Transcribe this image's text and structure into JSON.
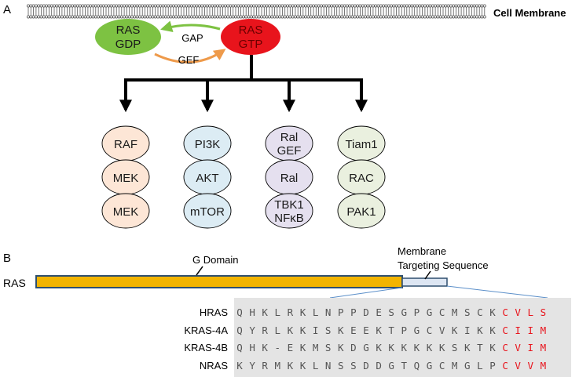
{
  "panel_a": {
    "letter": "A",
    "membrane_label": "Cell Membrane",
    "ras_gdp": [
      "RAS",
      "GDP"
    ],
    "ras_gtp": [
      "RAS",
      "GTP"
    ],
    "gap_label": "GAP",
    "gef_label": "GEF",
    "pathways": [
      {
        "name": "raf",
        "nodes": [
          [
            "RAF"
          ],
          [
            "MEK"
          ],
          [
            "MEK"
          ]
        ],
        "fill": "#fde6d6"
      },
      {
        "name": "pi3k",
        "nodes": [
          [
            "PI3K"
          ],
          [
            "AKT"
          ],
          [
            "mTOR"
          ]
        ],
        "fill": "#dcecf4"
      },
      {
        "name": "ral",
        "nodes": [
          [
            "Ral",
            "GEF"
          ],
          [
            "Ral"
          ],
          [
            "TBK1",
            "NFκB"
          ]
        ],
        "fill": "#e5e0ef"
      },
      {
        "name": "tiam",
        "nodes": [
          [
            "Tiam1"
          ],
          [
            "RAC"
          ],
          [
            "PAK1"
          ]
        ],
        "fill": "#eaf0df"
      }
    ],
    "colors": {
      "ras_gdp": "#7dc242",
      "ras_gtp": "#e8141c",
      "ras_gtp_text": "#6b0000",
      "gap_arrow": "#7dc242",
      "gef_arrow": "#ee9a4a"
    }
  },
  "panel_b": {
    "letter": "B",
    "protein_label": "RAS",
    "g_domain_label": "G Domain",
    "membrane_targeting_label": [
      "Membrane",
      "Targeting Sequence"
    ],
    "colors": {
      "g_domain": "#f2b400",
      "targeting": "#dde6f3",
      "caax": "#e8141c",
      "alignment_bg": "#e4e4e4"
    },
    "alignment": [
      {
        "name": "HRAS",
        "seq": [
          "Q",
          "H",
          "K",
          "L",
          "R",
          "K",
          "L",
          "N",
          "P",
          "P",
          "D",
          "E",
          "S",
          "G",
          "P",
          "G",
          "C",
          "M",
          "S",
          "C",
          "K"
        ],
        "caax": [
          "C",
          "V",
          "L",
          "S"
        ]
      },
      {
        "name": "KRAS-4A",
        "seq": [
          "Q",
          "Y",
          "R",
          "L",
          "K",
          "K",
          "I",
          "S",
          "K",
          "E",
          "E",
          "K",
          "T",
          "P",
          "G",
          "C",
          "V",
          "K",
          "I",
          "K",
          "K"
        ],
        "caax": [
          "C",
          "I",
          "I",
          "M"
        ]
      },
      {
        "name": "KRAS-4B",
        "seq": [
          "Q",
          "H",
          "K",
          "-",
          "E",
          "K",
          "M",
          "S",
          "K",
          "D",
          "G",
          "K",
          "K",
          "K",
          "K",
          "K",
          "K",
          "S",
          "K",
          "T",
          "K"
        ],
        "caax": [
          "C",
          "V",
          "I",
          "M"
        ]
      },
      {
        "name": "NRAS",
        "seq": [
          "K",
          "Y",
          "R",
          "M",
          "K",
          "K",
          "L",
          "N",
          "S",
          "S",
          "D",
          "D",
          "G",
          "T",
          "Q",
          "G",
          "C",
          "M",
          "G",
          "L",
          "P"
        ],
        "caax": [
          "C",
          "V",
          "V",
          "M"
        ]
      }
    ]
  }
}
